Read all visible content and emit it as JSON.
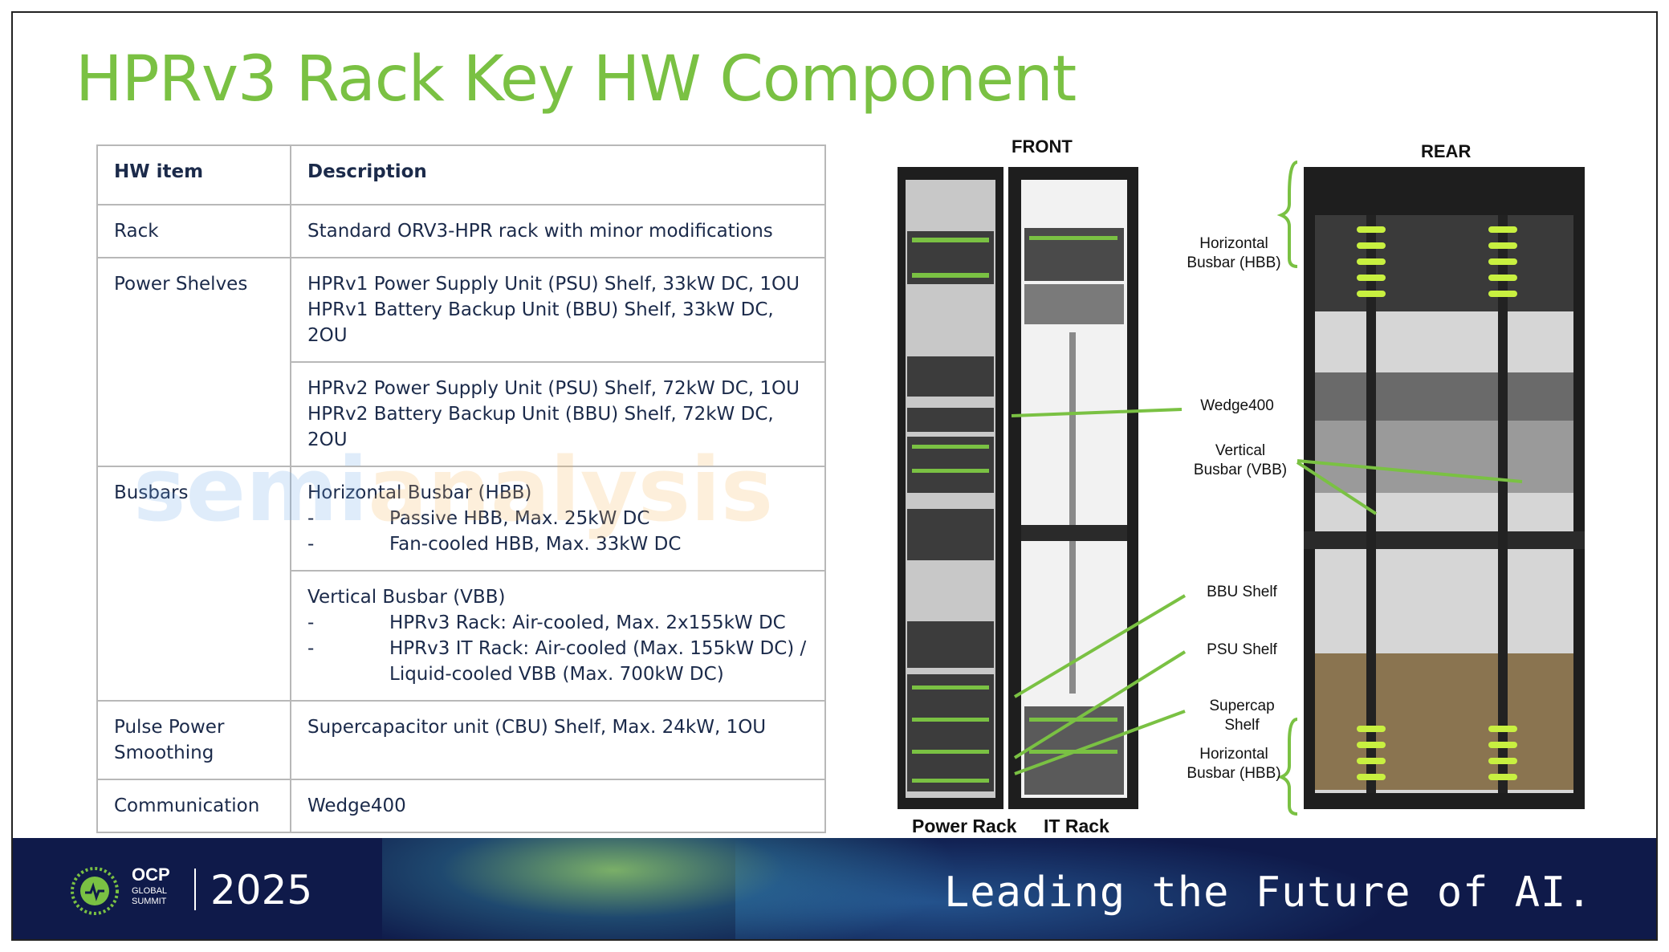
{
  "title": "HPRv3 Rack Key HW Component",
  "table": {
    "headers": [
      "HW item",
      "Description"
    ],
    "rack": {
      "item": "Rack",
      "desc": "Standard ORV3-HPR rack with minor modifications"
    },
    "power_shelves": {
      "item": "Power Shelves",
      "v1_line1": "HPRv1 Power Supply Unit (PSU) Shelf, 33kW DC, 1OU",
      "v1_line2": "HPRv1 Battery Backup Unit (BBU) Shelf, 33kW DC, 2OU",
      "v2_line1": "HPRv2 Power Supply Unit (PSU) Shelf, 72kW DC, 1OU",
      "v2_line2": "HPRv2 Battery Backup Unit (BBU) Shelf, 72kW DC, 2OU"
    },
    "busbars": {
      "item": "Busbars",
      "hbb_title": "Horizontal Busbar (HBB)",
      "hbb_sub1": "Passive HBB, Max. 25kW DC",
      "hbb_sub2": "Fan-cooled HBB, Max. 33kW DC",
      "vbb_title": "Vertical Busbar (VBB)",
      "vbb_sub1": "HPRv3 Rack: Air-cooled, Max. 2x155kW DC",
      "vbb_sub2a": "HPRv3 IT Rack: Air-cooled (Max. 155kW DC) /",
      "vbb_sub2b": "Liquid-cooled VBB (Max. 700kW DC)"
    },
    "pulse": {
      "item_line1": "Pulse Power",
      "item_line2": "Smoothing",
      "desc": "Supercapacitor unit (CBU) Shelf, Max. 24kW, 1OU"
    },
    "communication": {
      "item": "Communication",
      "desc": "Wedge400"
    },
    "dash": "-"
  },
  "diagram": {
    "front_label": "FRONT",
    "rear_label": "REAR",
    "front_power_rack": "Power Rack",
    "front_it_rack": "IT Rack",
    "rear_it_rack": "IT Rack",
    "rear_power_rack": "Power Rack",
    "callouts": {
      "hbb_top_1": "Horizontal",
      "hbb_top_2": "Busbar (HBB)",
      "wedge": "Wedge400",
      "vbb_1": "Vertical",
      "vbb_2": "Busbar (VBB)",
      "bbu": "BBU Shelf",
      "psu": "PSU Shelf",
      "supercap_1": "Supercap",
      "supercap_2": "Shelf",
      "hbb_bot_1": "Horizontal",
      "hbb_bot_2": "Busbar (HBB)"
    },
    "accent_color": "#7ac143"
  },
  "watermark": {
    "text1": "semi",
    "text2": "analysis"
  },
  "footer": {
    "logo_text": "OCP",
    "logo_sub1": "GLOBAL",
    "logo_sub2": "SUMMIT",
    "year": "2025",
    "tagline": "Leading the Future of AI."
  }
}
